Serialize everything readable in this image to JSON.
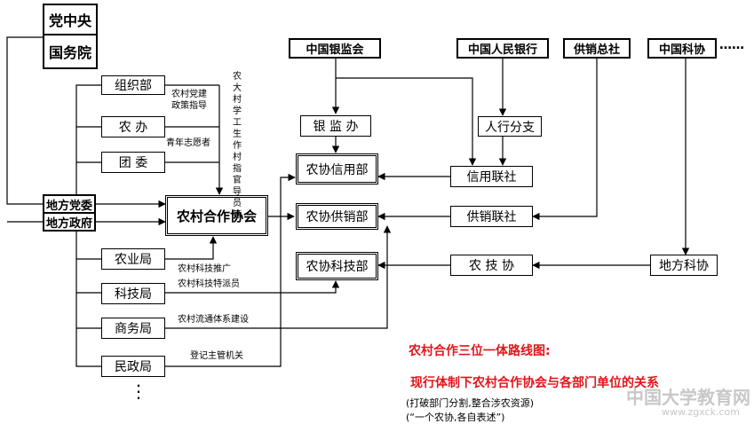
{
  "boxes": {
    "party_central": "党中央",
    "state_council": "国务院",
    "org_dept": "组织部",
    "rural_office": "农  办",
    "youth_league": "团  委",
    "local_party": "地方党委",
    "local_gov": "地方政府",
    "agri_bureau": "农业局",
    "sci_bureau": "科技局",
    "commerce_bureau": "商务局",
    "civil_bureau": "民政局",
    "coop_assoc": "农村合作协会",
    "cbrc": "中国银监会",
    "pboc": "中国人民银行",
    "supply_hq": "供销总社",
    "cast": "中国科协",
    "cbrc_office": "银 监 办",
    "pboc_branch": "人行分支",
    "credit_union": "信用联社",
    "supply_union": "供销联社",
    "tech_assoc": "农 技 协",
    "local_cast": "地方科协",
    "coop_credit": "农协信用部",
    "coop_supply": "农协供销部",
    "coop_tech": "农协科技部"
  },
  "labels": {
    "party_guidance_1": "农村党建",
    "party_guidance_2": "政策指导",
    "youth_volunteer": "青年志愿者",
    "student_officials": "农大村学工生作村指官导员等",
    "tech_promo_1": "农村科技推广",
    "tech_promo_2": "农村科技特派员",
    "circulation": "农村流通体系建设",
    "registration": "登记主管机关",
    "more_top": "……",
    "more_left": "⋮"
  },
  "caption": {
    "title_1": "农村合作三位一体路线图:",
    "title_2": "现行体制下农村合作协会与各部门单位的关系",
    "note_1": "(打破部门分割,整合涉农资源)",
    "note_2": "(“一个农协,各自表述”)"
  },
  "watermark": {
    "main": "中国大学教育网",
    "url": "www.zgxck.com"
  }
}
